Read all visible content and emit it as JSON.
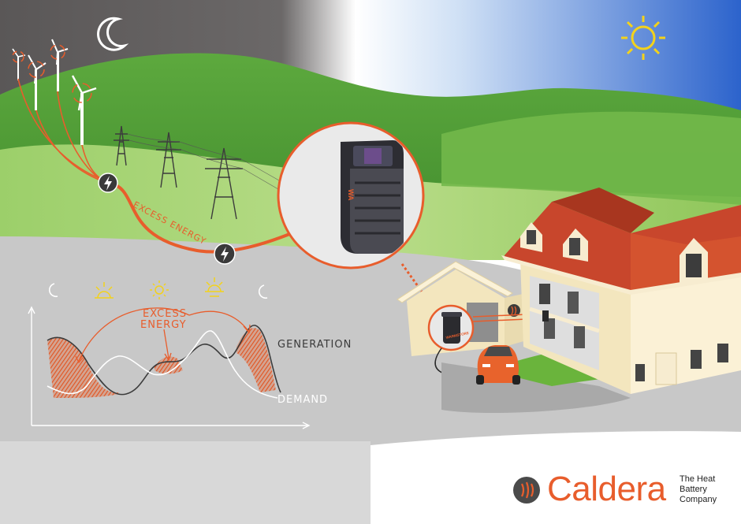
{
  "diagram": {
    "cable_label": "EXCESS ENERGY",
    "graph_excess_label_line1": "EXCESS",
    "graph_excess_label_line2": "ENERGY",
    "generation_label": "GENERATION",
    "demand_label": "DEMAND",
    "battery_marking": "WARMSTORE",
    "battery_marking_short": "WA",
    "icons": [
      "moon-icon",
      "sunrise-icon",
      "sun-icon",
      "sunset-icon",
      "moon-icon"
    ]
  },
  "brand": {
    "name": "Caldera",
    "tagline_lines": [
      "The Heat",
      "Battery",
      "Company"
    ]
  },
  "colors": {
    "accent": "#e85d2c",
    "night_sky": "#3f3c3c",
    "day_sky": "#3b6fd0",
    "hill_green": "#5fa83f",
    "roof": "#c8462c",
    "sun": "#f3d21b"
  }
}
